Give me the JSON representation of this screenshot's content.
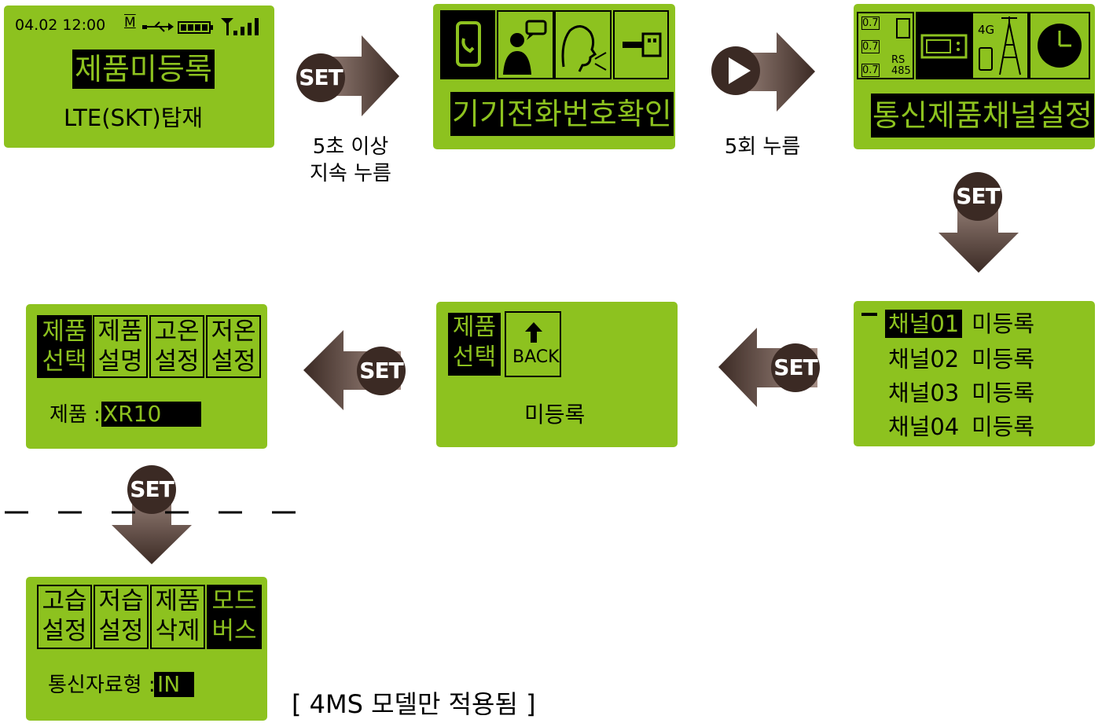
{
  "colors": {
    "lcd_green": "#8dc21f",
    "arrow_dark": "#3b2a24",
    "arrow_light": "#a68f86"
  },
  "screen1": {
    "status_time": "04.02 12:00",
    "status_icons": [
      "modem-icon",
      "usb-icon",
      "battery-icon",
      "signal-icon"
    ],
    "modem_letter": "M",
    "title": "제품미등록",
    "subtitle": "LTE(SKT)탑재"
  },
  "screen2": {
    "icons": [
      "phone-icon",
      "contact-icon",
      "voice-icon",
      "usb-drive-icon"
    ],
    "title": "기기전화번호확인"
  },
  "screen3": {
    "icons": [
      "channel-list-icon",
      "device-display-icon",
      "tower-4g-icon",
      "clock-icon"
    ],
    "icon_labels": {
      "v1": "0.7",
      "v2": "0.7",
      "v3": "0.7",
      "rs": "RS",
      "rs_num": "485",
      "net": "4G"
    },
    "title": "통신제품채널설정"
  },
  "screen4": {
    "channels": [
      {
        "name": "채널01",
        "status": "미등록"
      },
      {
        "name": "채널02",
        "status": "미등록"
      },
      {
        "name": "채널03",
        "status": "미등록"
      },
      {
        "name": "채널04",
        "status": "미등록"
      }
    ]
  },
  "screen5": {
    "select_line1": "제품",
    "select_line2": "선택",
    "back_label": "BACK",
    "status": "미등록"
  },
  "screen6": {
    "menu": [
      {
        "line1": "제품",
        "line2": "선택"
      },
      {
        "line1": "제품",
        "line2": "설명"
      },
      {
        "line1": "고온",
        "line2": "설정"
      },
      {
        "line1": "저온",
        "line2": "설정"
      }
    ],
    "product_label": "제품 :",
    "product_value": "XR10"
  },
  "screen7": {
    "menu": [
      {
        "line1": "고습",
        "line2": "설정"
      },
      {
        "line1": "저습",
        "line2": "설정"
      },
      {
        "line1": "제품",
        "line2": "삭제"
      },
      {
        "line1": "모드",
        "line2": "버스"
      }
    ],
    "data_label": "통신자료형 :",
    "data_value": "IN"
  },
  "arrows": {
    "a1": {
      "button": "SET",
      "caption_line1": "5초 이상",
      "caption_line2": "지속 누름"
    },
    "a2": {
      "caption": "5회 누름"
    },
    "a3": {
      "button": "SET"
    },
    "a4": {
      "button": "SET"
    },
    "a5": {
      "button": "SET"
    },
    "a6": {
      "button": "SET"
    }
  },
  "note": "[ 4MS 모델만 적용됨 ]"
}
